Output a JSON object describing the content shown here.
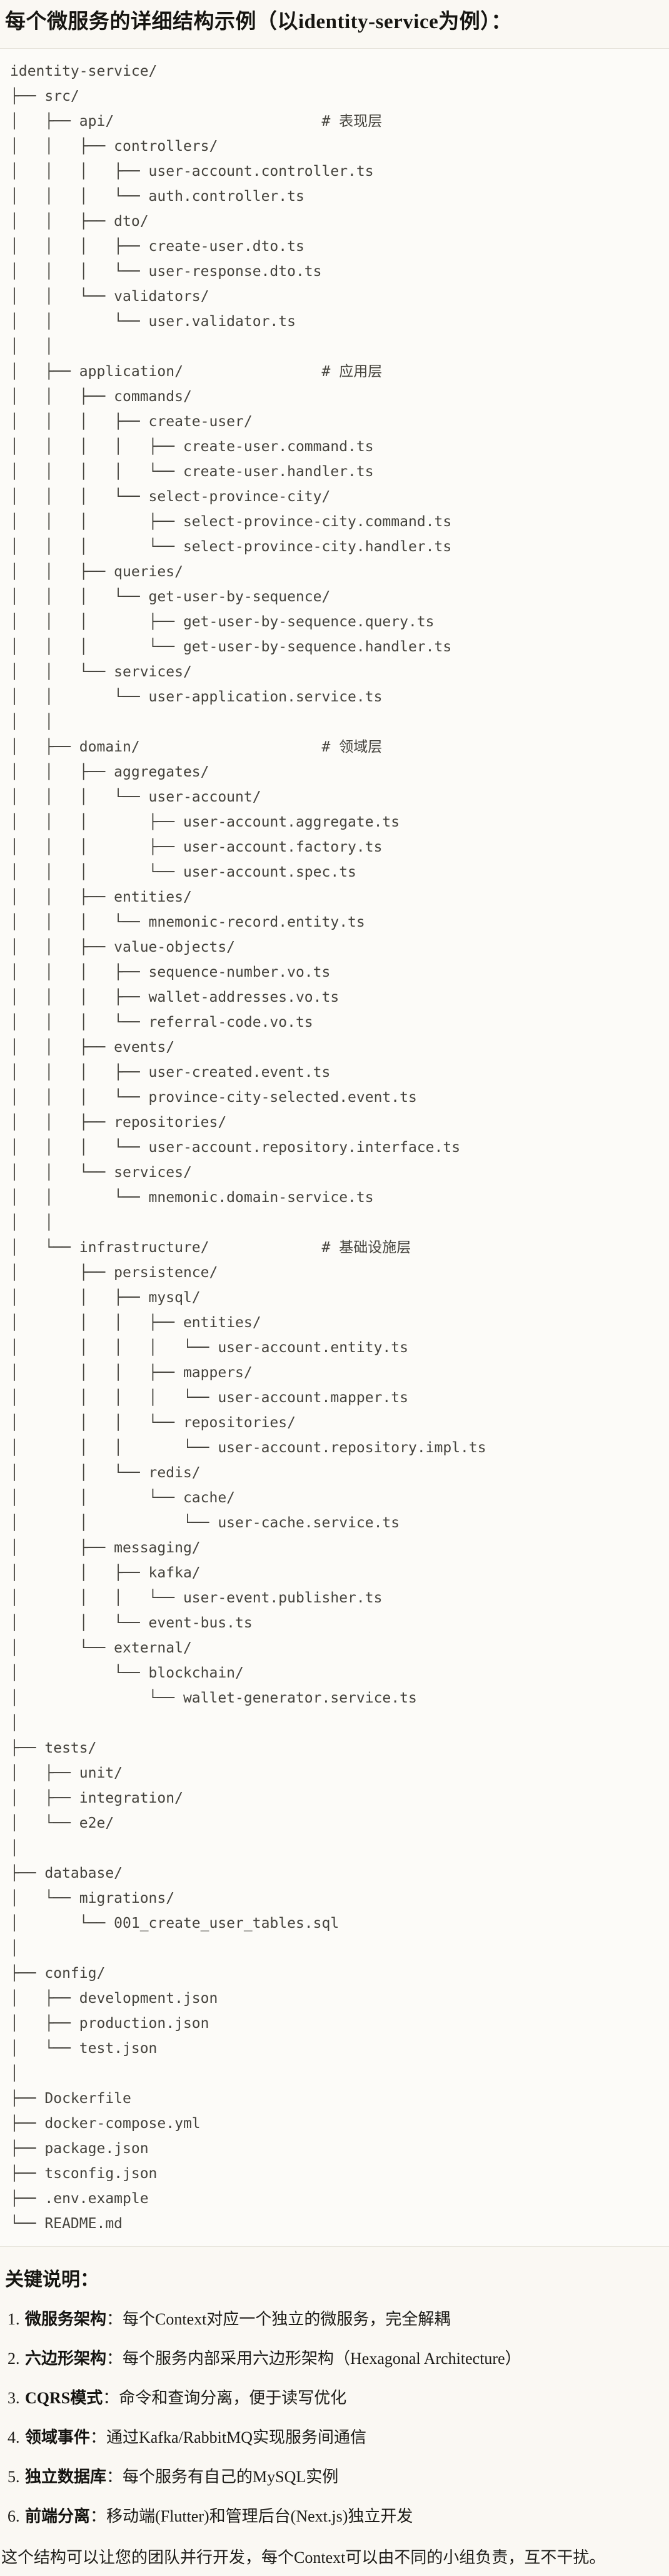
{
  "page": {
    "title": "每个微服务的详细结构示例（以identity-service为例）："
  },
  "colors": {
    "page_bg": "#faf8f3",
    "code_bg": "#fcfbf8",
    "code_border": "#e7e4dc",
    "code_text": "#45433d",
    "body_text": "#1d1c18"
  },
  "tree": {
    "lines": [
      "identity-service/",
      "├── src/",
      "│   ├── api/                        # 表现层",
      "│   │   ├── controllers/",
      "│   │   │   ├── user-account.controller.ts",
      "│   │   │   └── auth.controller.ts",
      "│   │   ├── dto/",
      "│   │   │   ├── create-user.dto.ts",
      "│   │   │   └── user-response.dto.ts",
      "│   │   └── validators/",
      "│   │       └── user.validator.ts",
      "│   │",
      "│   ├── application/                # 应用层",
      "│   │   ├── commands/",
      "│   │   │   ├── create-user/",
      "│   │   │   │   ├── create-user.command.ts",
      "│   │   │   │   └── create-user.handler.ts",
      "│   │   │   └── select-province-city/",
      "│   │   │       ├── select-province-city.command.ts",
      "│   │   │       └── select-province-city.handler.ts",
      "│   │   ├── queries/",
      "│   │   │   └── get-user-by-sequence/",
      "│   │   │       ├── get-user-by-sequence.query.ts",
      "│   │   │       └── get-user-by-sequence.handler.ts",
      "│   │   └── services/",
      "│   │       └── user-application.service.ts",
      "│   │",
      "│   ├── domain/                     # 领域层",
      "│   │   ├── aggregates/",
      "│   │   │   └── user-account/",
      "│   │   │       ├── user-account.aggregate.ts",
      "│   │   │       ├── user-account.factory.ts",
      "│   │   │       └── user-account.spec.ts",
      "│   │   ├── entities/",
      "│   │   │   └── mnemonic-record.entity.ts",
      "│   │   ├── value-objects/",
      "│   │   │   ├── sequence-number.vo.ts",
      "│   │   │   ├── wallet-addresses.vo.ts",
      "│   │   │   └── referral-code.vo.ts",
      "│   │   ├── events/",
      "│   │   │   ├── user-created.event.ts",
      "│   │   │   └── province-city-selected.event.ts",
      "│   │   ├── repositories/",
      "│   │   │   └── user-account.repository.interface.ts",
      "│   │   └── services/",
      "│   │       └── mnemonic.domain-service.ts",
      "│   │",
      "│   └── infrastructure/             # 基础设施层",
      "│       ├── persistence/",
      "│       │   ├── mysql/",
      "│       │   │   ├── entities/",
      "│       │   │   │   └── user-account.entity.ts",
      "│       │   │   ├── mappers/",
      "│       │   │   │   └── user-account.mapper.ts",
      "│       │   │   └── repositories/",
      "│       │   │       └── user-account.repository.impl.ts",
      "│       │   └── redis/",
      "│       │       └── cache/",
      "│       │           └── user-cache.service.ts",
      "│       ├── messaging/",
      "│       │   ├── kafka/",
      "│       │   │   └── user-event.publisher.ts",
      "│       │   └── event-bus.ts",
      "│       └── external/",
      "│           └── blockchain/",
      "│               └── wallet-generator.service.ts",
      "│",
      "├── tests/",
      "│   ├── unit/",
      "│   ├── integration/",
      "│   └── e2e/",
      "│",
      "├── database/",
      "│   └── migrations/",
      "│       └── 001_create_user_tables.sql",
      "│",
      "├── config/",
      "│   ├── development.json",
      "│   ├── production.json",
      "│   └── test.json",
      "│",
      "├── Dockerfile",
      "├── docker-compose.yml",
      "├── package.json",
      "├── tsconfig.json",
      "├── .env.example",
      "└── README.md"
    ]
  },
  "notes": {
    "heading": "关键说明：",
    "items": [
      {
        "label": "微服务架构",
        "text": "：每个Context对应一个独立的微服务，完全解耦"
      },
      {
        "label": "六边形架构",
        "text": "：每个服务内部采用六边形架构（Hexagonal Architecture）"
      },
      {
        "label": "CQRS模式",
        "text": "：命令和查询分离，便于读写优化"
      },
      {
        "label": "领域事件",
        "text": "：通过Kafka/RabbitMQ实现服务间通信"
      },
      {
        "label": "独立数据库",
        "text": "：每个服务有自己的MySQL实例"
      },
      {
        "label": "前端分离",
        "text": "：移动端(Flutter)和管理后台(Next.js)独立开发"
      }
    ],
    "footer": "这个结构可以让您的团队并行开发，每个Context可以由不同的小组负责，互不干扰。"
  }
}
